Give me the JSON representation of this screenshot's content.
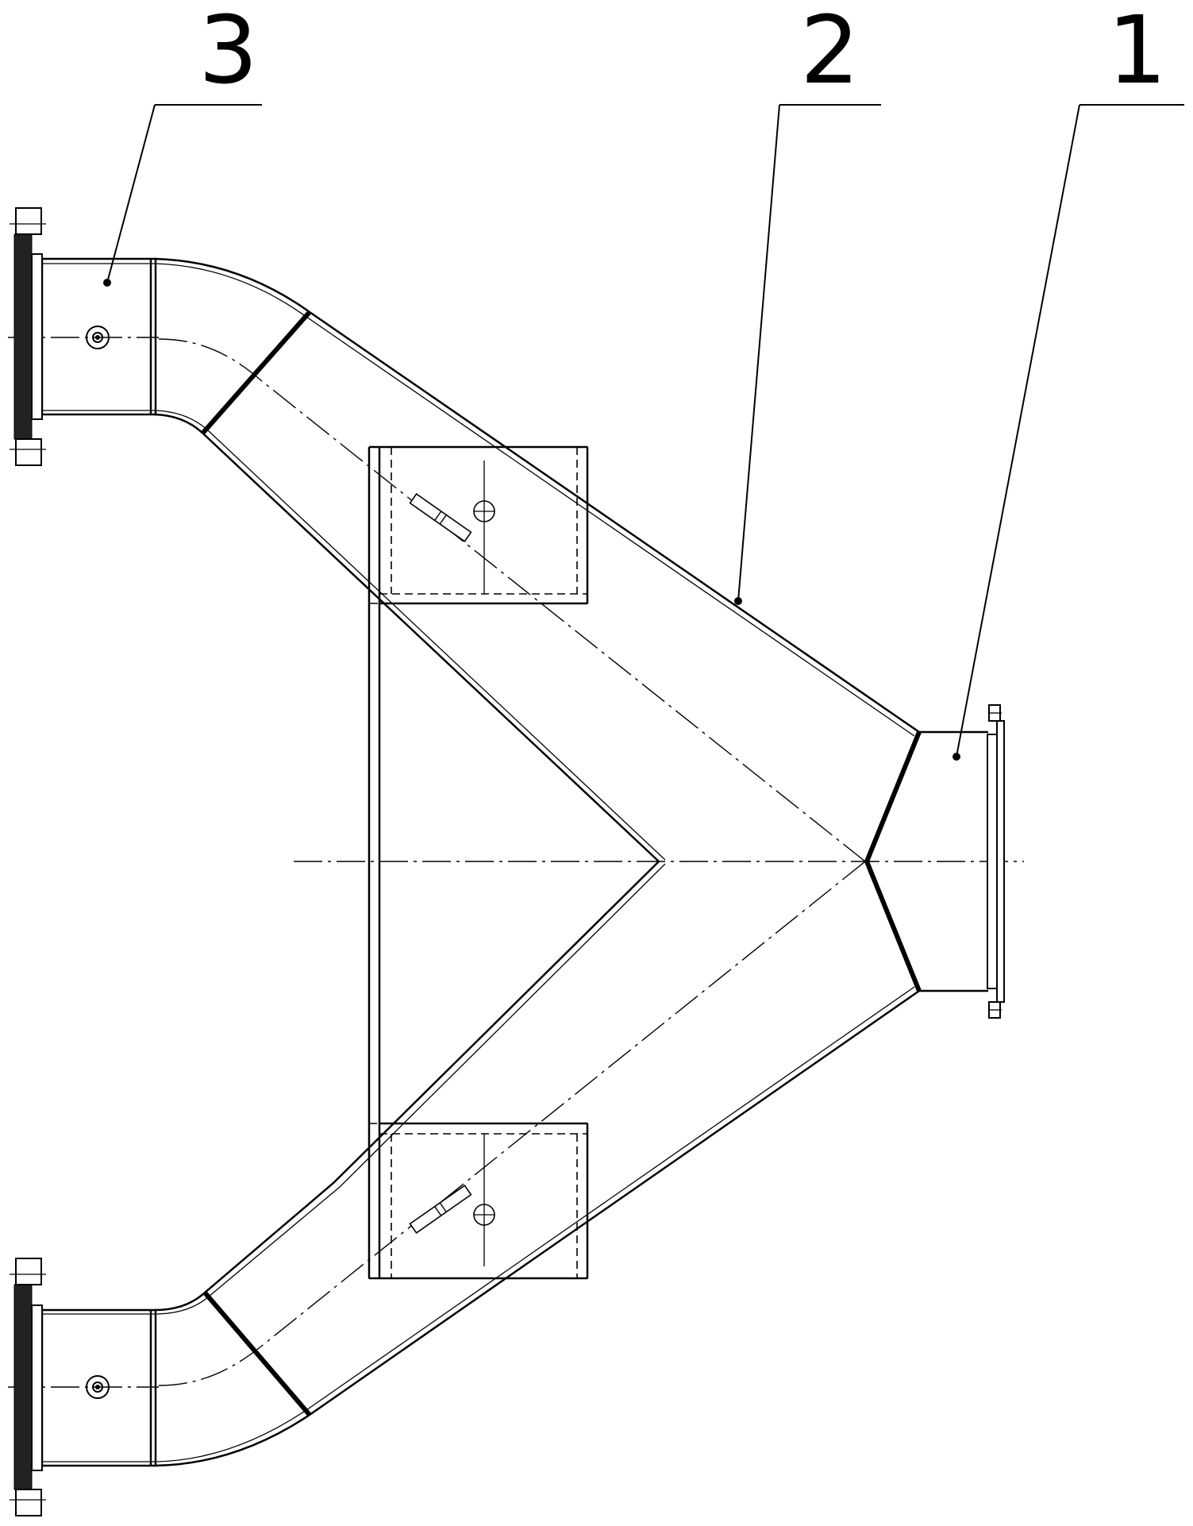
{
  "callouts": [
    {
      "id": "3",
      "label": "3"
    },
    {
      "id": "2",
      "label": "2"
    },
    {
      "id": "1",
      "label": "1"
    }
  ]
}
